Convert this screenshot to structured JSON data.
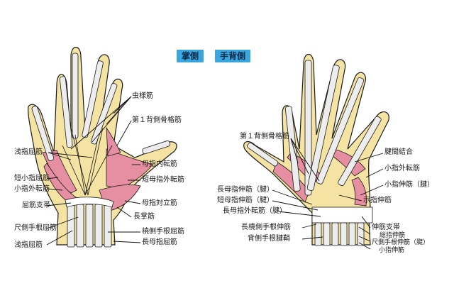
{
  "titles": {
    "palm": "掌側",
    "dorsal": "手背側"
  },
  "palm_labels": {
    "lumbricals": "虫様筋",
    "first_dorsal_interosseous": "第１背側骨格筋",
    "fds": "浅指屈筋",
    "fdm_brevis": "短小指屈筋",
    "abductor_digiti_minimi": "小指外転筋",
    "flexor_retinaculum": "屈筋支帯",
    "fcu": "尺側手根屈筋",
    "fds_lower": "浅指屈筋",
    "adductor_pollicis": "母指内転筋",
    "apb": "短母指外転筋",
    "opponens_pollicis": "母指対立筋",
    "palmaris_longus": "長掌筋",
    "fcr": "橈側手根屈筋",
    "fpl": "長母指屈筋"
  },
  "dorsal_labels": {
    "first_dorsal_interosseous": "第１背側骨格筋",
    "juncturae": "腱間結合",
    "abductor_digiti_minimi": "小指外転筋",
    "edm": "小指伸筋（腱）",
    "epl": "長母指伸筋（腱）",
    "epb": "短母指伸筋（腱）",
    "apl": "長母指外転筋（腱）",
    "eip": "示指伸筋",
    "ecrl": "長橈側手根伸筋",
    "extensor_retinaculum": "伸筋支帯",
    "ed": "総指伸筋",
    "ecrb_sheath": "背側手根腱鞘",
    "ecu": "尺側手根伸筋（腱）",
    "edm_lower": "小指伸筋"
  },
  "colors": {
    "skin": "#f4e3a2",
    "muscle": "#e68ea2",
    "bone": "#ededed",
    "badge": "#3aa6dd"
  }
}
